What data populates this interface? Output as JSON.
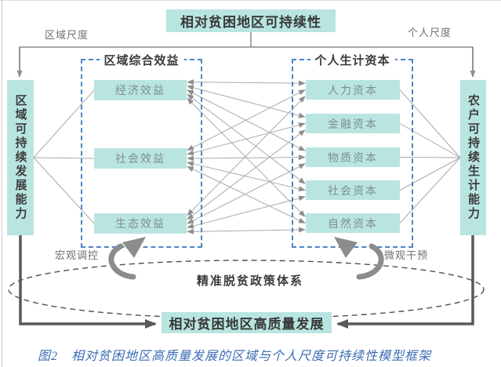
{
  "colors": {
    "box_fill_teal": "#b9e5e1",
    "dashed_border_blue": "#4a86c8",
    "thin_line_gray": "#a9a9a9",
    "arrowhead_gray": "#8f8f8f",
    "thick_arrow_dark": "#595959",
    "swoosh_gray": "#8c8c8c",
    "heading_text": "#3b3b3b",
    "item_text_gray": "#7f8e8e",
    "caption_blue": "#3a6cb3"
  },
  "top_box": {
    "label": "相对贫困地区可持续性"
  },
  "scale_labels": {
    "left": "区域尺度",
    "right": "个人尺度"
  },
  "left_box": {
    "label": "区域可持续发展能力"
  },
  "right_box": {
    "label": "农户可持续生计能力"
  },
  "benefits_group": {
    "title": "区域综合效益",
    "items": [
      "经济效益",
      "社会效益",
      "生态效益"
    ]
  },
  "capitals_group": {
    "title": "个人生计资本",
    "items": [
      "人力资本",
      "金融资本",
      "物质资本",
      "社会资本",
      "自然资本"
    ]
  },
  "policy_labels": {
    "macro": "宏观调控",
    "micro": "微观干预"
  },
  "ellipse": {
    "label": "精准脱贫政策体系"
  },
  "bottom_box": {
    "label": "相对贫困地区高质量发展"
  },
  "caption": {
    "text": "图2　相对贫困地区高质量发展的区域与个人尺度可持续性模型框架"
  }
}
